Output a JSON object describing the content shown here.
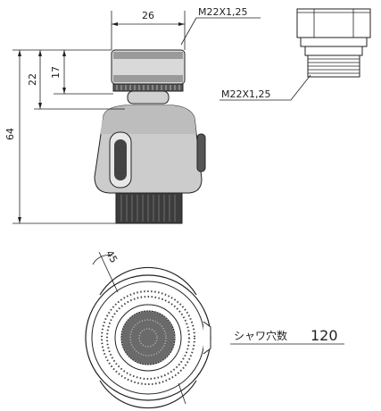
{
  "side_view": {
    "top_width_dim": "26",
    "thread_label": "M22X1,25",
    "dim_22": "22",
    "dim_17": "17",
    "dim_64": "64"
  },
  "adapter_view": {
    "thread_label": "M22X1,25"
  },
  "bottom_view": {
    "angle_label": "45"
  },
  "spec": {
    "label": "シャワ穴数",
    "value": "120"
  },
  "colors": {
    "line": "#222222",
    "body_fill": "#c8c8c8",
    "dark_fill": "#3c3c3c"
  }
}
